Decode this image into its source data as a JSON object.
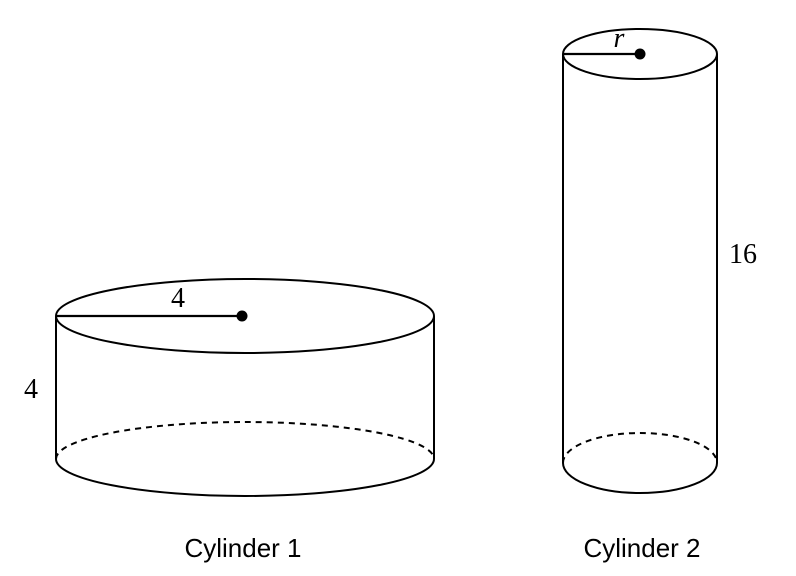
{
  "cylinder_1": {
    "caption": "Cylinder 1",
    "radius_label": "4",
    "height_label": "4"
  },
  "cylinder_2": {
    "caption": "Cylinder 2",
    "radius_label": "r",
    "height_label": "16"
  }
}
